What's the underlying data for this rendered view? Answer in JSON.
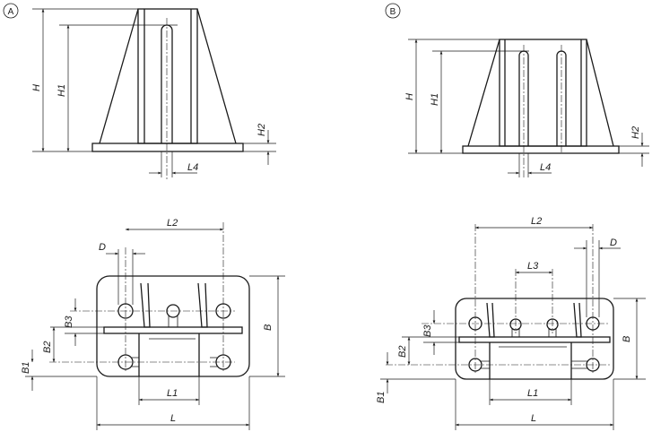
{
  "variant_a": {
    "marker": "A",
    "dims": {
      "h": "H",
      "h1": "H1",
      "h2": "H2",
      "l4": "L4",
      "l2": "L2",
      "d": "D",
      "b": "B",
      "b1": "B1",
      "b2": "B2",
      "b3": "B3",
      "l1": "L1",
      "l": "L"
    }
  },
  "variant_b": {
    "marker": "B",
    "dims": {
      "h": "H",
      "h1": "H1",
      "h2": "H2",
      "l4": "L4",
      "l2": "L2",
      "l3": "L3",
      "d": "D",
      "b": "B",
      "b1": "B1",
      "b2": "B2",
      "b3": "B3",
      "l1": "L1",
      "l": "L"
    }
  }
}
